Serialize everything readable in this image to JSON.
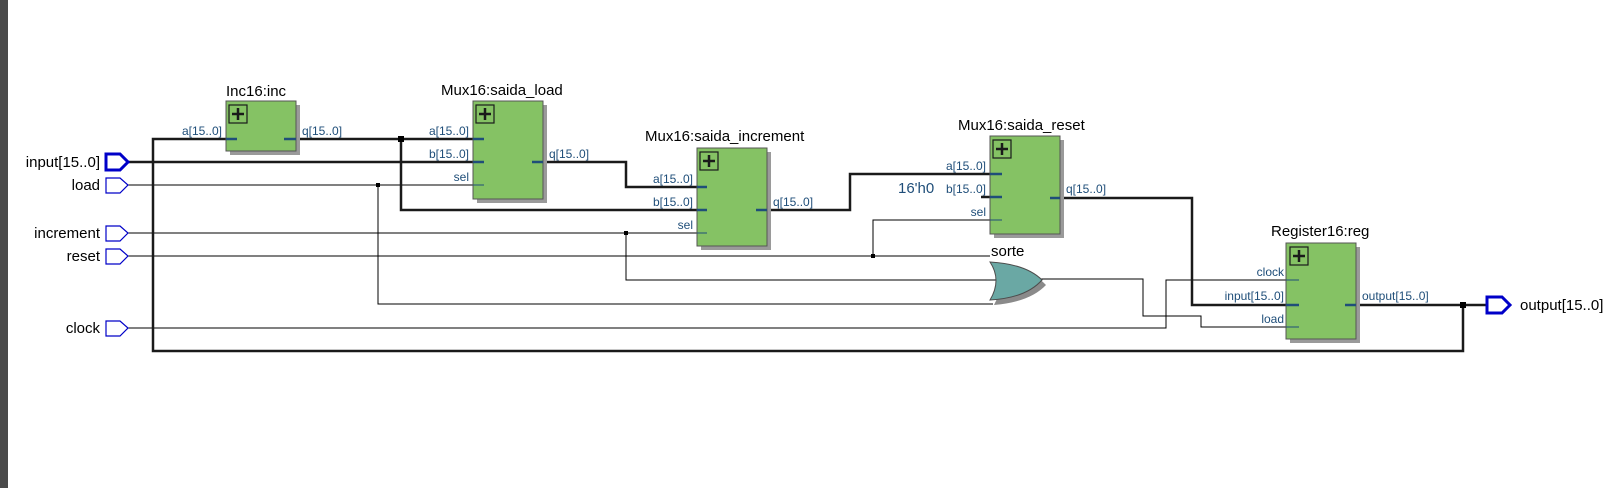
{
  "inputs": {
    "input_bus": "input[15..0]",
    "load": "load",
    "increment": "increment",
    "reset": "reset",
    "clock": "clock"
  },
  "outputs": {
    "output_bus": "output[15..0]"
  },
  "blocks": {
    "inc": {
      "title": "Inc16:inc",
      "ports": {
        "a": "a[15..0]",
        "q": "q[15..0]"
      }
    },
    "saida_load": {
      "title": "Mux16:saida_load",
      "ports": {
        "a": "a[15..0]",
        "b": "b[15..0]",
        "sel": "sel",
        "q": "q[15..0]"
      }
    },
    "saida_increment": {
      "title": "Mux16:saida_increment",
      "ports": {
        "a": "a[15..0]",
        "b": "b[15..0]",
        "sel": "sel",
        "q": "q[15..0]"
      }
    },
    "saida_reset": {
      "title": "Mux16:saida_reset",
      "ports": {
        "a": "a[15..0]",
        "b": "b[15..0]",
        "sel": "sel",
        "q": "q[15..0]"
      },
      "constant": "16'h0"
    },
    "reg": {
      "title": "Register16:reg",
      "ports": {
        "clock": "clock",
        "input": "input[15..0]",
        "load": "load",
        "output": "output[15..0]"
      }
    },
    "sorte": {
      "title": "sorte"
    }
  },
  "colors": {
    "block_fill": "#85c264",
    "or_gate_fill": "#6aa8a4",
    "pin_stroke": "#0000c8",
    "port_text": "#1f4e79"
  },
  "icons": {
    "expand": "plus-box-icon",
    "or_gate": "or-gate-icon",
    "pin": "pin-arrow-icon"
  }
}
